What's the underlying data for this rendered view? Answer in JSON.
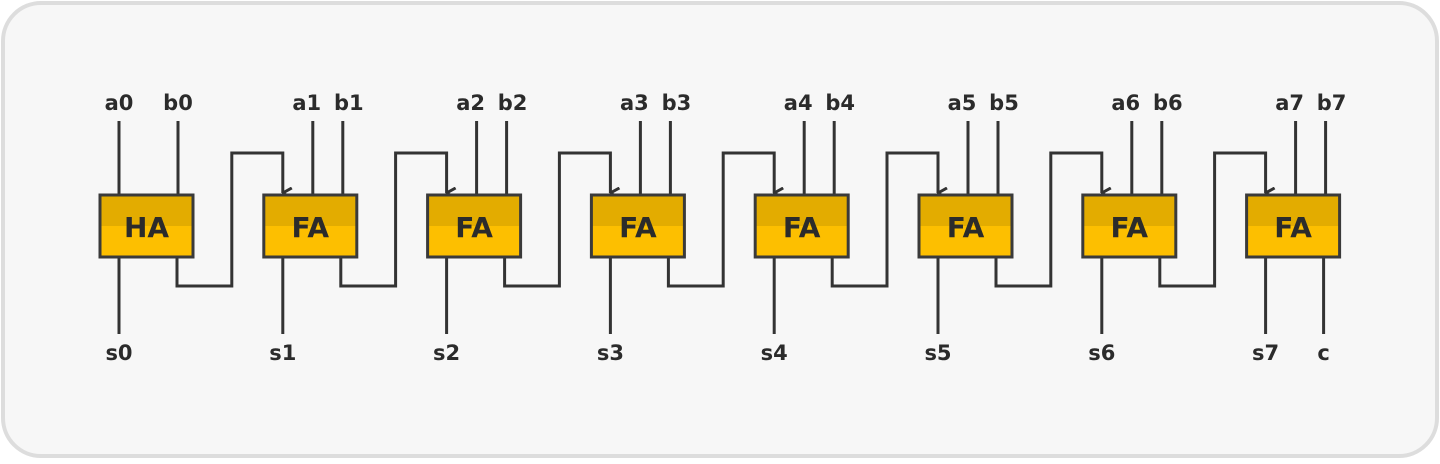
{
  "adders": [
    {
      "type": "HA",
      "inputs": [
        "a0",
        "b0"
      ],
      "sum": "s0"
    },
    {
      "type": "FA",
      "inputs": [
        "a1",
        "b1"
      ],
      "sum": "s1"
    },
    {
      "type": "FA",
      "inputs": [
        "a2",
        "b2"
      ],
      "sum": "s2"
    },
    {
      "type": "FA",
      "inputs": [
        "a3",
        "b3"
      ],
      "sum": "s3"
    },
    {
      "type": "FA",
      "inputs": [
        "a4",
        "b4"
      ],
      "sum": "s4"
    },
    {
      "type": "FA",
      "inputs": [
        "a5",
        "b5"
      ],
      "sum": "s5"
    },
    {
      "type": "FA",
      "inputs": [
        "a6",
        "b6"
      ],
      "sum": "s6"
    },
    {
      "type": "FA",
      "inputs": [
        "a7",
        "b7"
      ],
      "sum": "s7"
    }
  ],
  "carry_out": "c",
  "colors": {
    "panel_bg": "#f7f7f7",
    "panel_border": "#dddddd",
    "block_top": "#e3ac00",
    "block_bottom": "#fdbf00",
    "block_border": "#3a3a3a",
    "wire": "#333333"
  }
}
